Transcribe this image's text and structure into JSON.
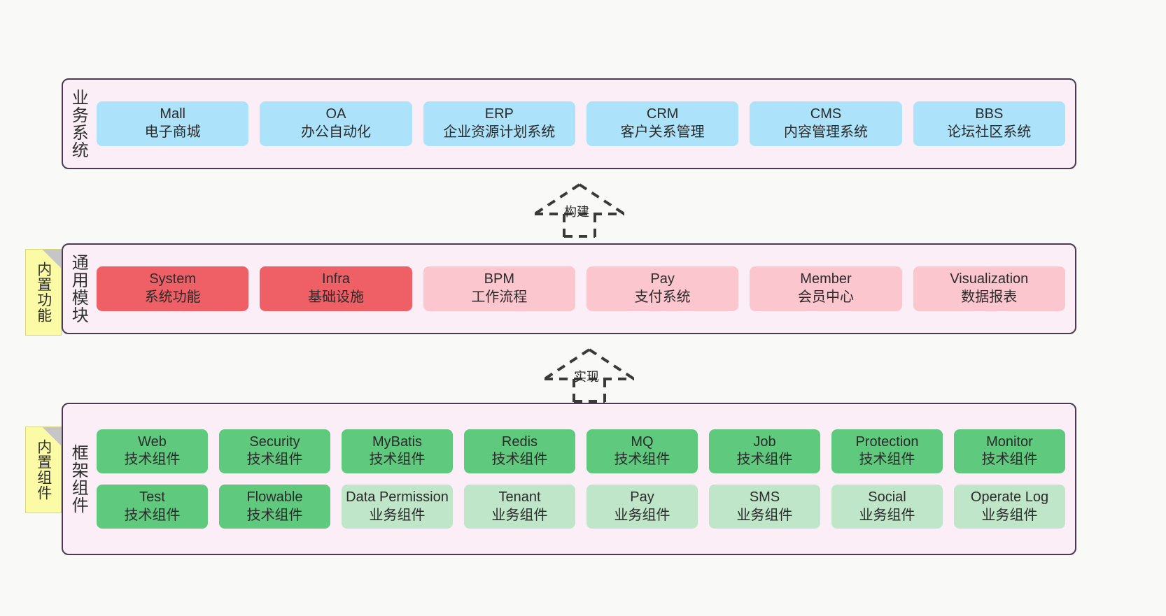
{
  "diagram": {
    "title": "ruoyi-vue-pro architecture layers",
    "background": "#f9f9f8",
    "colors": {
      "layer_fill": "#fbeef6",
      "layer_border": "#4b3b51",
      "blue": "#ace3fa",
      "red": "#ee6066",
      "pink": "#fcc6cf",
      "green": "#5fc97e",
      "green_light": "#bfe6c9",
      "note_fill": "#fbfaa5",
      "note_fold": "#c6c6c6"
    }
  },
  "notes": [
    {
      "label": "内置功能"
    },
    {
      "label": "内置组件"
    }
  ],
  "connectors": [
    {
      "label": "构建",
      "style": "dashed-generalization-up"
    },
    {
      "label": "实现",
      "style": "dashed-generalization-up"
    }
  ],
  "layers": [
    {
      "title": "业务系统",
      "rows": [
        [
          {
            "name": "Mall",
            "desc": "电子商城",
            "variant": "c-blue"
          },
          {
            "name": "OA",
            "desc": "办公自动化",
            "variant": "c-blue"
          },
          {
            "name": "ERP",
            "desc": "企业资源计划系统",
            "variant": "c-blue"
          },
          {
            "name": "CRM",
            "desc": "客户关系管理",
            "variant": "c-blue"
          },
          {
            "name": "CMS",
            "desc": "内容管理系统",
            "variant": "c-blue"
          },
          {
            "name": "BBS",
            "desc": "论坛社区系统",
            "variant": "c-blue"
          }
        ]
      ]
    },
    {
      "title": "通用模块",
      "rows": [
        [
          {
            "name": "System",
            "desc": "系统功能",
            "variant": "c-red"
          },
          {
            "name": "Infra",
            "desc": "基础设施",
            "variant": "c-red"
          },
          {
            "name": "BPM",
            "desc": "工作流程",
            "variant": "c-pink"
          },
          {
            "name": "Pay",
            "desc": "支付系统",
            "variant": "c-pink"
          },
          {
            "name": "Member",
            "desc": "会员中心",
            "variant": "c-pink"
          },
          {
            "name": "Visualization",
            "desc": "数据报表",
            "variant": "c-pink"
          }
        ]
      ]
    },
    {
      "title": "框架组件",
      "rows": [
        [
          {
            "name": "Web",
            "desc": "技术组件",
            "variant": "c-green"
          },
          {
            "name": "Security",
            "desc": "技术组件",
            "variant": "c-green"
          },
          {
            "name": "MyBatis",
            "desc": "技术组件",
            "variant": "c-green"
          },
          {
            "name": "Redis",
            "desc": "技术组件",
            "variant": "c-green"
          },
          {
            "name": "MQ",
            "desc": "技术组件",
            "variant": "c-green"
          },
          {
            "name": "Job",
            "desc": "技术组件",
            "variant": "c-green"
          },
          {
            "name": "Protection",
            "desc": "技术组件",
            "variant": "c-green"
          },
          {
            "name": "Monitor",
            "desc": "技术组件",
            "variant": "c-green"
          }
        ],
        [
          {
            "name": "Test",
            "desc": "技术组件",
            "variant": "c-green"
          },
          {
            "name": "Flowable",
            "desc": "技术组件",
            "variant": "c-green"
          },
          {
            "name": "Data Permission",
            "desc": "业务组件",
            "variant": "c-greenlight"
          },
          {
            "name": "Tenant",
            "desc": "业务组件",
            "variant": "c-greenlight"
          },
          {
            "name": "Pay",
            "desc": "业务组件",
            "variant": "c-greenlight"
          },
          {
            "name": "SMS",
            "desc": "业务组件",
            "variant": "c-greenlight"
          },
          {
            "name": "Social",
            "desc": "业务组件",
            "variant": "c-greenlight"
          },
          {
            "name": "Operate Log",
            "desc": "业务组件",
            "variant": "c-greenlight"
          }
        ]
      ]
    }
  ]
}
